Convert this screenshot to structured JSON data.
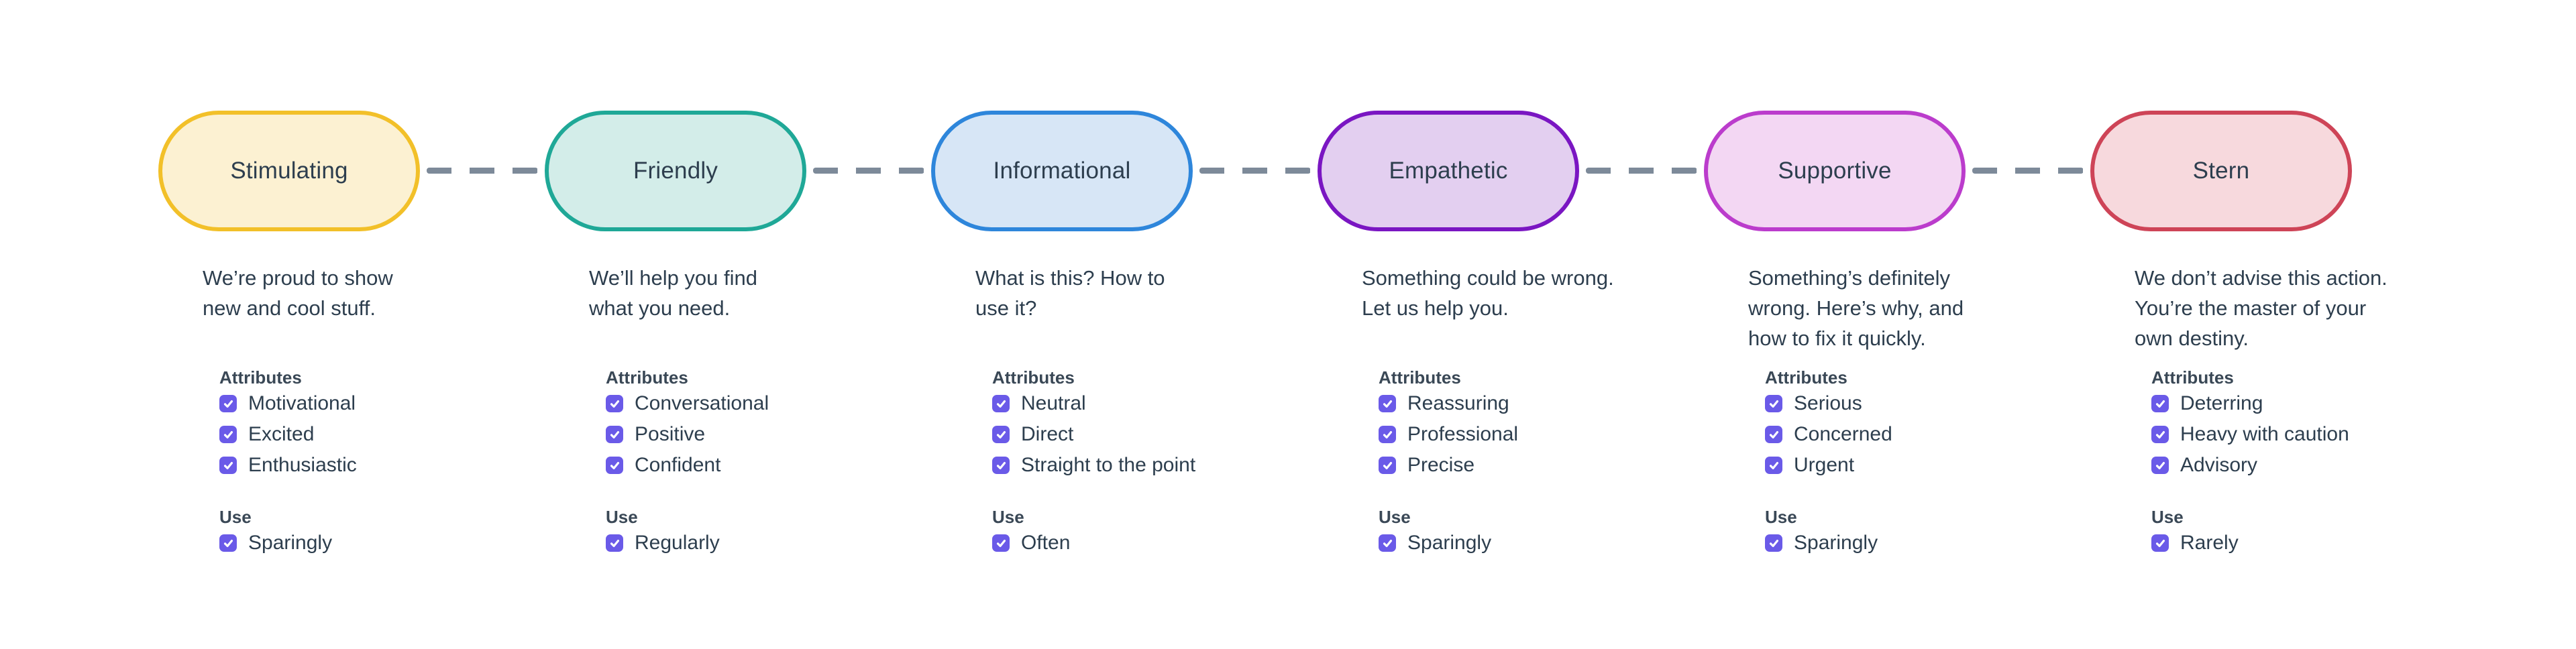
{
  "text_color": "#2d3e4e",
  "checkbox_color": "#6a5ae8",
  "connector_color": "#7d8a99",
  "nodes": [
    {
      "title": "Stimulating",
      "border_color": "#f2c029",
      "fill_color": "#fcf1d2",
      "description_lines": [
        "We’re proud to show",
        "new and cool stuff."
      ],
      "attributes_heading": "Attributes",
      "attributes": [
        {
          "label": "Motivational",
          "checked": true
        },
        {
          "label": "Excited",
          "checked": true
        },
        {
          "label": "Enthusiastic",
          "checked": true
        }
      ],
      "use_heading": "Use",
      "use": [
        {
          "label": "Sparingly",
          "checked": true
        }
      ]
    },
    {
      "title": "Friendly",
      "border_color": "#1fa897",
      "fill_color": "#d3ede9",
      "description_lines": [
        "We’ll help you find",
        "what you need."
      ],
      "attributes_heading": "Attributes",
      "attributes": [
        {
          "label": "Conversational",
          "checked": true
        },
        {
          "label": "Positive",
          "checked": true
        },
        {
          "label": "Confident",
          "checked": true
        }
      ],
      "use_heading": "Use",
      "use": [
        {
          "label": "Regularly",
          "checked": true
        }
      ]
    },
    {
      "title": "Informational",
      "border_color": "#2e86db",
      "fill_color": "#d7e6f6",
      "description_lines": [
        "What is this? How to",
        "use it?"
      ],
      "attributes_heading": "Attributes",
      "attributes": [
        {
          "label": "Neutral",
          "checked": true
        },
        {
          "label": "Direct",
          "checked": true
        },
        {
          "label": "Straight to the point",
          "checked": true
        }
      ],
      "use_heading": "Use",
      "use": [
        {
          "label": "Often",
          "checked": true
        }
      ]
    },
    {
      "title": "Empathetic",
      "border_color": "#7a16c2",
      "fill_color": "#e3cff0",
      "description_lines": [
        "Something could be wrong.",
        "Let us help you."
      ],
      "attributes_heading": "Attributes",
      "attributes": [
        {
          "label": "Reassuring",
          "checked": true
        },
        {
          "label": "Professional",
          "checked": true
        },
        {
          "label": "Precise",
          "checked": true
        }
      ],
      "use_heading": "Use",
      "use": [
        {
          "label": "Sparingly",
          "checked": true
        }
      ]
    },
    {
      "title": "Supportive",
      "border_color": "#bb3ccc",
      "fill_color": "#f3d7f3",
      "description_lines": [
        "Something’s definitely",
        "wrong. Here’s why, and",
        "how to fix it quickly."
      ],
      "attributes_heading": "Attributes",
      "attributes": [
        {
          "label": "Serious",
          "checked": true
        },
        {
          "label": "Concerned",
          "checked": true
        },
        {
          "label": "Urgent",
          "checked": true
        }
      ],
      "use_heading": "Use",
      "use": [
        {
          "label": "Sparingly",
          "checked": true
        }
      ]
    },
    {
      "title": "Stern",
      "border_color": "#ce4457",
      "fill_color": "#f7d9dd",
      "description_lines": [
        "We don’t advise this action.",
        "You’re the master of your",
        "own destiny."
      ],
      "attributes_heading": "Attributes",
      "attributes": [
        {
          "label": "Deterring",
          "checked": true
        },
        {
          "label": "Heavy with caution",
          "checked": true
        },
        {
          "label": "Advisory",
          "checked": true
        }
      ],
      "use_heading": "Use",
      "use": [
        {
          "label": "Rarely",
          "checked": true
        }
      ]
    }
  ]
}
